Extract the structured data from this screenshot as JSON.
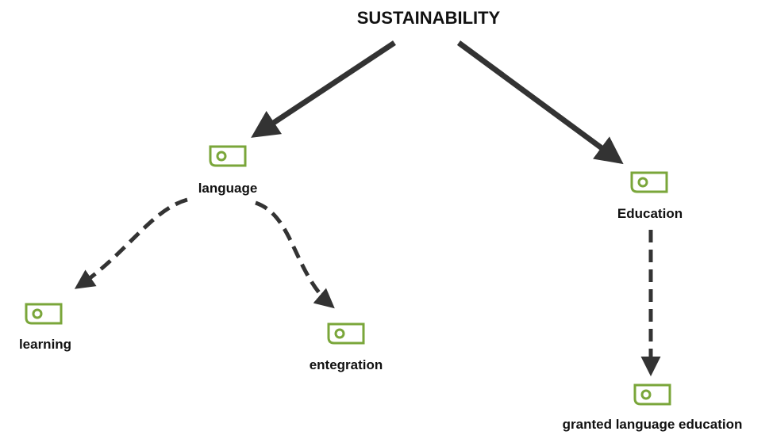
{
  "title": "SUSTAINABILITY",
  "nodes": {
    "language": {
      "label": "language",
      "icon": "code-tag-icon"
    },
    "education": {
      "label": "Education",
      "icon": "code-tag-icon"
    },
    "learning": {
      "label": "learning",
      "icon": "code-tag-icon"
    },
    "entegration": {
      "label": "entegration",
      "icon": "code-tag-icon"
    },
    "granted": {
      "label": "granted language education",
      "icon": "code-tag-icon"
    }
  },
  "edges": [
    {
      "from": "SUSTAINABILITY",
      "to": "language",
      "style": "solid"
    },
    {
      "from": "SUSTAINABILITY",
      "to": "Education",
      "style": "solid"
    },
    {
      "from": "language",
      "to": "learning",
      "style": "dashed"
    },
    {
      "from": "language",
      "to": "entegration",
      "style": "dashed"
    },
    {
      "from": "Education",
      "to": "granted language education",
      "style": "dashed"
    }
  ],
  "colors": {
    "icon": "#7aa63a",
    "arrow": "#333333",
    "text": "#111111"
  }
}
